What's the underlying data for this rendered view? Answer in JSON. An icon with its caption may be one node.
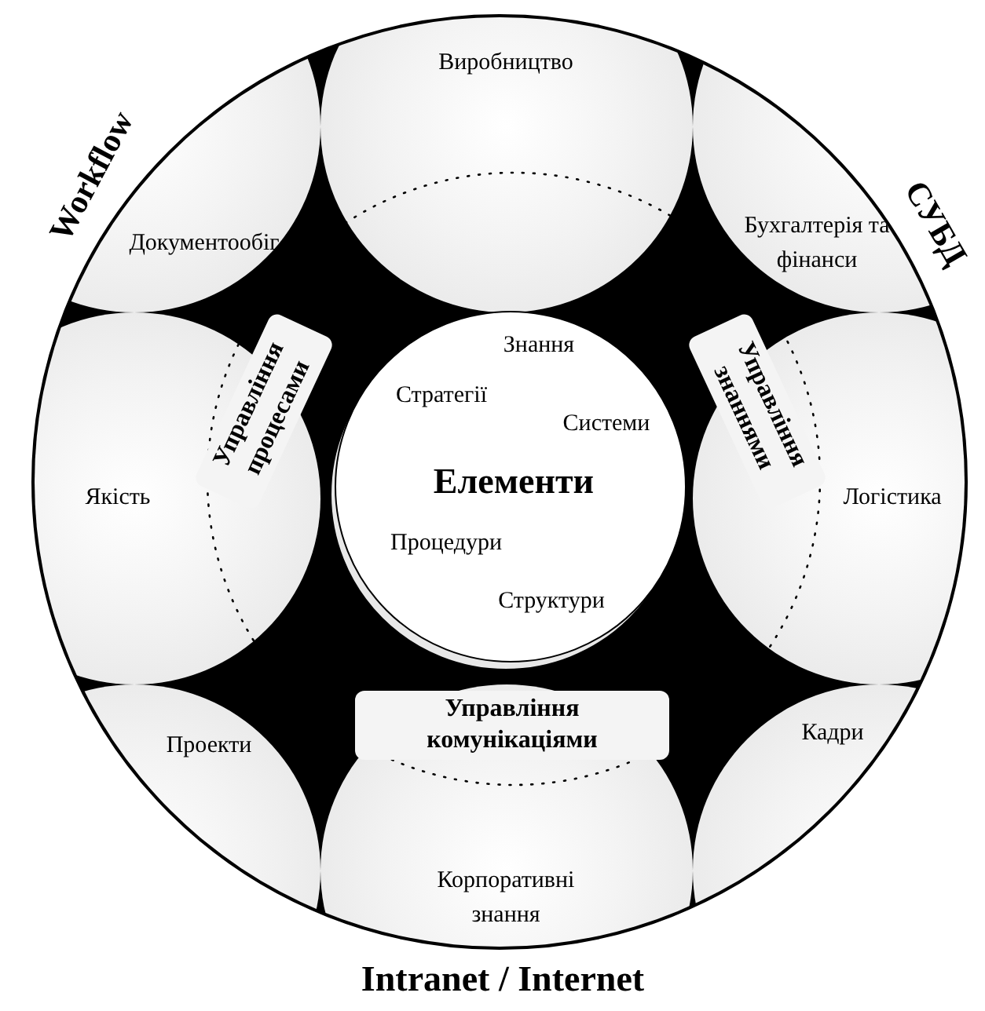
{
  "diagram": {
    "nodes": [
      {
        "text": [
          "Виробництво"
        ]
      },
      {
        "text": [
          "Документообіг"
        ]
      },
      {
        "text": [
          "Бухгалтерія та фінанси"
        ]
      },
      {
        "text": [
          "Знання",
          "Стратегії",
          "Системи",
          "Елементи",
          "Процедури",
          "Структури"
        ]
      },
      {
        "text": [
          "Якість"
        ]
      },
      {
        "text": [
          "Логістика"
        ]
      },
      {
        "text": [
          "Проекти"
        ]
      },
      {
        "text": [
          "Кадри"
        ]
      },
      {
        "text": [
          "Корпоративні знання"
        ]
      }
    ],
    "labels": [
      "Workflow",
      "СУБД",
      "Управління процесами",
      "Управління знаннями",
      "Управління комунікаціями",
      "Intranet / Internet"
    ]
  }
}
